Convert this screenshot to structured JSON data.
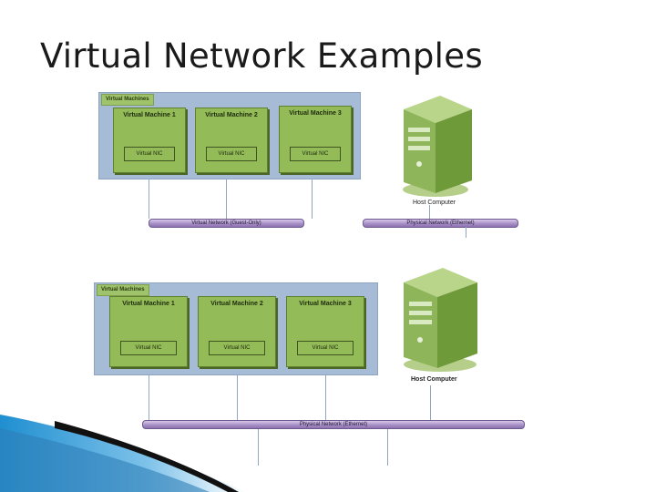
{
  "slide": {
    "title": "Virtual Network Examples"
  },
  "diagram_top": {
    "frame_label": "Virtual Machines",
    "vms": [
      {
        "title": "Virtual Machine 1",
        "nic": "Virtual NIC"
      },
      {
        "title": "Virtual Machine 2",
        "nic": "Virtual NIC"
      },
      {
        "title": "Virtual Machine 3",
        "nic": "Virtual NIC"
      }
    ],
    "host_label": "Host Computer",
    "virtual_network_label": "Virtual Network (Guest-Only)",
    "physical_network_label": "Physical Network (Ethernet)"
  },
  "diagram_bottom": {
    "frame_label": "Virtual Machines",
    "vms": [
      {
        "title": "Virtual Machine 1",
        "nic": "Virtual NIC"
      },
      {
        "title": "Virtual Machine 2",
        "nic": "Virtual NIC"
      },
      {
        "title": "Virtual Machine 3",
        "nic": "Virtual NIC"
      }
    ],
    "host_label": "Host Computer",
    "physical_network_label": "Physical Network (Ethernet)"
  },
  "colors": {
    "frame": "#a6bcd6",
    "vm_fill": "#93bb57",
    "bus": "#a48cc4",
    "tower": "#8fb55a",
    "accent_swoosh": "#1f8fd0"
  }
}
